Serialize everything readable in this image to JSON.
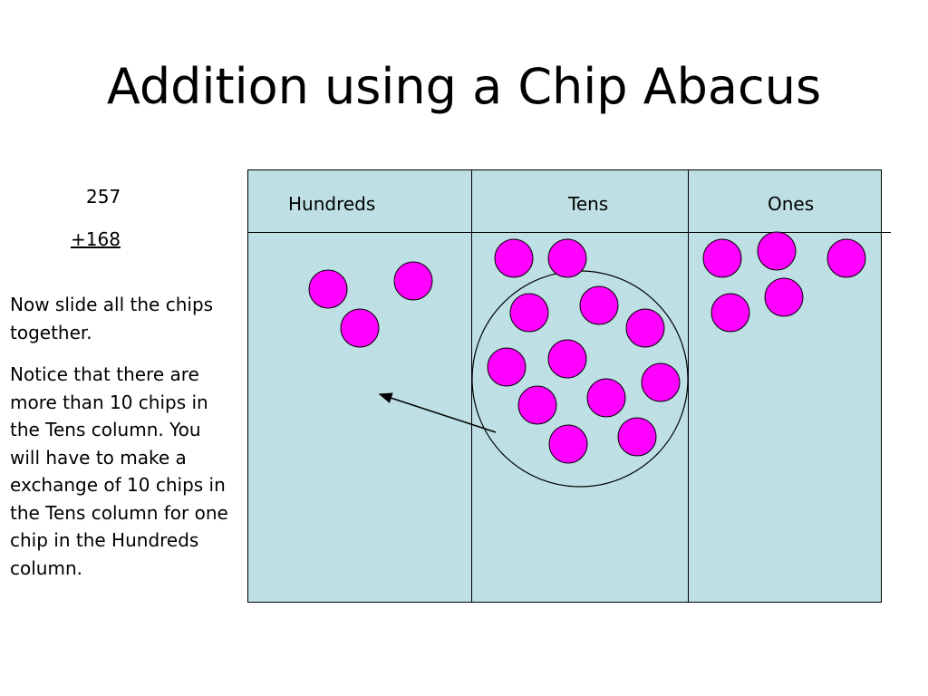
{
  "title": "Addition using a Chip Abacus",
  "problem": {
    "addend1": "257",
    "addend2": "+168"
  },
  "instructions": {
    "p1": "Now  slide all the chips together.",
    "p2": "Notice that there are more than 10 chips in the Tens column.  You will have to make a exchange of 10 chips in the Tens column for one chip in the Hundreds column."
  },
  "abacus": {
    "columns": [
      "Hundreds",
      "Tens",
      "Ones"
    ],
    "chip_counts": {
      "hundreds": 3,
      "tens": 12,
      "ones": 5
    },
    "chip_color": "#ff00ff",
    "background_color": "#bee0e4"
  }
}
